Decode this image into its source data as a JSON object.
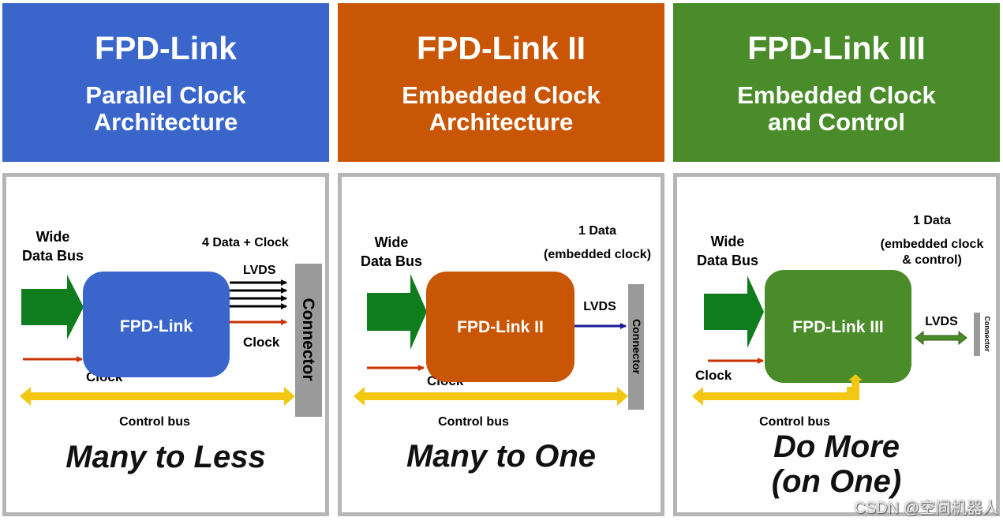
{
  "colors": {
    "fpd1": "#3a66cc",
    "fpd2": "#c95605",
    "fpd3": "#4a8c2a",
    "arrow_green": "#0f7d1e",
    "clock_red": "#cc3300",
    "control_yellow": "#f2c814",
    "connector_gray": "#9a9a9a",
    "lvds_blue": "#1a1a99",
    "panel_border": "#b6b6b6"
  },
  "columns": [
    {
      "title": "FPD-Link",
      "subtitle": [
        "Parallel Clock",
        "Architecture"
      ],
      "diagram": {
        "wide_bus": [
          "Wide",
          "Data Bus"
        ],
        "block_label": "FPD-Link",
        "lvds_label": "LVDS",
        "output_label": [
          "4 Data +  Clock"
        ],
        "output_clock_label": "Clock",
        "clock_label": "Clock",
        "control_label": "Control bus",
        "connector_label": "Connector"
      },
      "tagline": [
        "Many to Less"
      ]
    },
    {
      "title": "FPD-Link II",
      "subtitle": [
        "Embedded Clock",
        "Architecture"
      ],
      "diagram": {
        "wide_bus": [
          "Wide",
          "Data Bus"
        ],
        "block_label": "FPD-Link II",
        "lvds_label": "LVDS",
        "output_label": [
          "1 Data",
          "(embedded clock)"
        ],
        "clock_label": "Clock",
        "control_label": "Control bus",
        "connector_label": "Connector"
      },
      "tagline": [
        "Many to One"
      ]
    },
    {
      "title": "FPD-Link III",
      "subtitle": [
        "Embedded Clock",
        "and Control"
      ],
      "diagram": {
        "wide_bus": [
          "Wide",
          "Data Bus"
        ],
        "block_label": "FPD-Link III",
        "lvds_label": "LVDS",
        "output_label": [
          "1 Data",
          "(embedded clock",
          "& control)"
        ],
        "clock_label": "Clock",
        "control_label": "Control bus",
        "connector_label": "Connector"
      },
      "tagline": [
        "Do More",
        "(on One)"
      ]
    }
  ],
  "watermark": "CSDN @空间机器人"
}
